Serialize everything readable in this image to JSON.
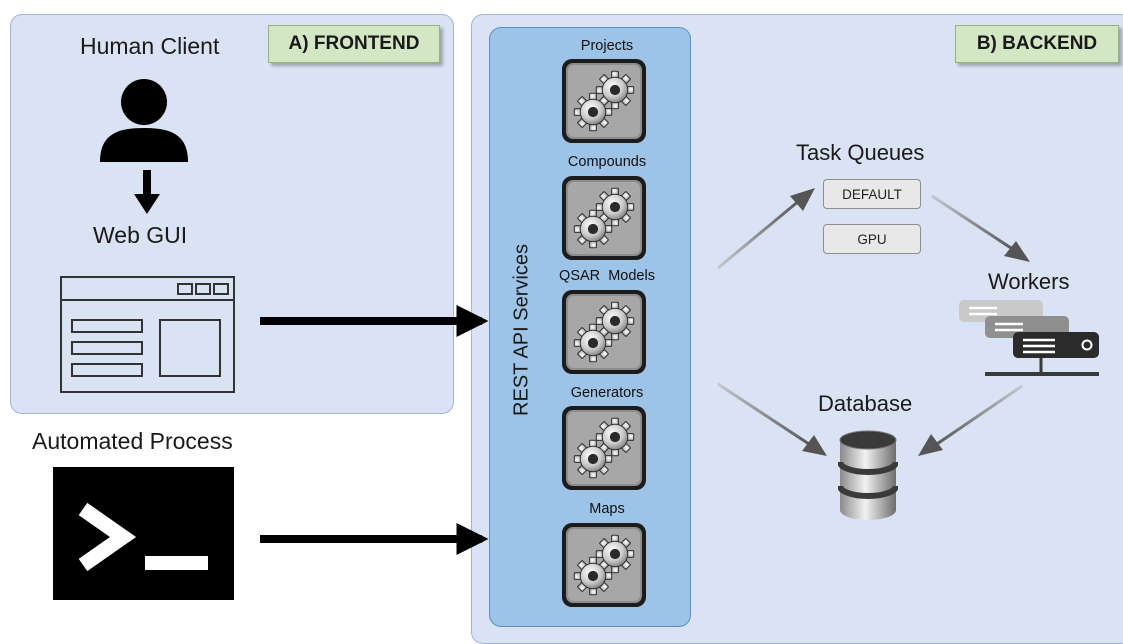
{
  "frontend": {
    "tag": "A) FRONTEND",
    "human_client": "Human Client",
    "web_gui": "Web GUI",
    "icons": [
      "user-icon",
      "arrow-down-icon",
      "browser-window-icon"
    ]
  },
  "automated": {
    "label": "Automated Process",
    "icon": "terminal-icon"
  },
  "backend": {
    "tag": "B) BACKEND",
    "rest_api": "REST API Services",
    "services": [
      "Projects",
      "Compounds",
      "QSAR  Models",
      "Generators",
      "Maps"
    ],
    "task_queues": {
      "title": "Task Queues",
      "queues": [
        "DEFAULT",
        "GPU"
      ]
    },
    "workers": "Workers",
    "database": "Database",
    "icons": [
      "gears-icon",
      "server-stack-icon",
      "database-icon"
    ]
  },
  "colors": {
    "panel_fill": "#dae3f3",
    "rest_column": "#9dc3e6",
    "tag_fill": "#d4e7c5"
  }
}
